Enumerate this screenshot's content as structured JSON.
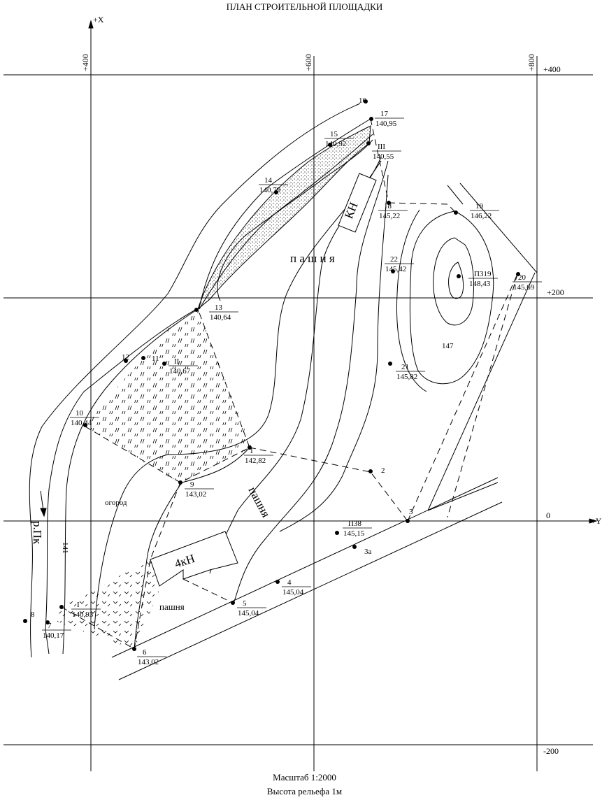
{
  "title": "ПЛАН СТРОИТЕЛЬНОЙ ПЛОЩАДКИ",
  "scale_text": "Масштаб 1:2000",
  "relief_text": "Высота рельефа 1м",
  "axes": {
    "x_axis_label": "+X",
    "y_axis_label": "+Y",
    "grid_top_labels": [
      "+400",
      "+600",
      "+800"
    ],
    "grid_right_labels": [
      "+400",
      "+200",
      "0",
      "-200"
    ]
  },
  "points": [
    {
      "id": "16",
      "num": "16",
      "elev": ""
    },
    {
      "id": "17",
      "num": "17",
      "elev": "140,95"
    },
    {
      "id": "15",
      "num": "15",
      "elev": "140,92"
    },
    {
      "id": "III",
      "num": "III",
      "elev": "140,55"
    },
    {
      "id": "14",
      "num": "14",
      "elev": "140,79"
    },
    {
      "id": "18",
      "num": "18",
      "elev": "145,22"
    },
    {
      "id": "19",
      "num": "19",
      "elev": "146,22"
    },
    {
      "id": "22",
      "num": "22",
      "elev": "145,42"
    },
    {
      "id": "P319",
      "num": "П319",
      "elev": "148,43"
    },
    {
      "id": "20",
      "num": "20",
      "elev": "145,69"
    },
    {
      "id": "13",
      "num": "13",
      "elev": "140,64"
    },
    {
      "id": "12",
      "num": "12",
      "elev": ""
    },
    {
      "id": "11",
      "num": "11",
      "elev": ""
    },
    {
      "id": "II",
      "num": "II",
      "elev": "140,67"
    },
    {
      "id": "21",
      "num": "21",
      "elev": "145,82"
    },
    {
      "id": "10",
      "num": "10",
      "elev": "140,44"
    },
    {
      "id": "1",
      "num": "1",
      "elev": "142,82"
    },
    {
      "id": "2",
      "num": "2",
      "elev": ""
    },
    {
      "id": "9",
      "num": "9",
      "elev": "143,02"
    },
    {
      "id": "3",
      "num": "3",
      "elev": ""
    },
    {
      "id": "P38",
      "num": "П38",
      "elev": "145,15"
    },
    {
      "id": "3a",
      "num": "3а",
      "elev": ""
    },
    {
      "id": "4",
      "num": "4",
      "elev": "145,04"
    },
    {
      "id": "5",
      "num": "5",
      "elev": "145,04"
    },
    {
      "id": "I",
      "num": "I",
      "elev": "140,93"
    },
    {
      "id": "8",
      "num": "8",
      "elev": ""
    },
    {
      "id": "7",
      "num": "7",
      "elev": "140,17"
    },
    {
      "id": "6",
      "num": "6",
      "elev": "143,02"
    }
  ],
  "contour_labels": {
    "c141": "141",
    "c147": "147"
  },
  "area_labels": {
    "pashnya_top": "п а ш н я",
    "pashnya_mid": "пашня",
    "pashnya_bottom": "пашня",
    "ogorod": "огород",
    "river": "р.Пк"
  },
  "building_labels": {
    "kn_top": "КН",
    "kn_bottom": "4кН"
  }
}
